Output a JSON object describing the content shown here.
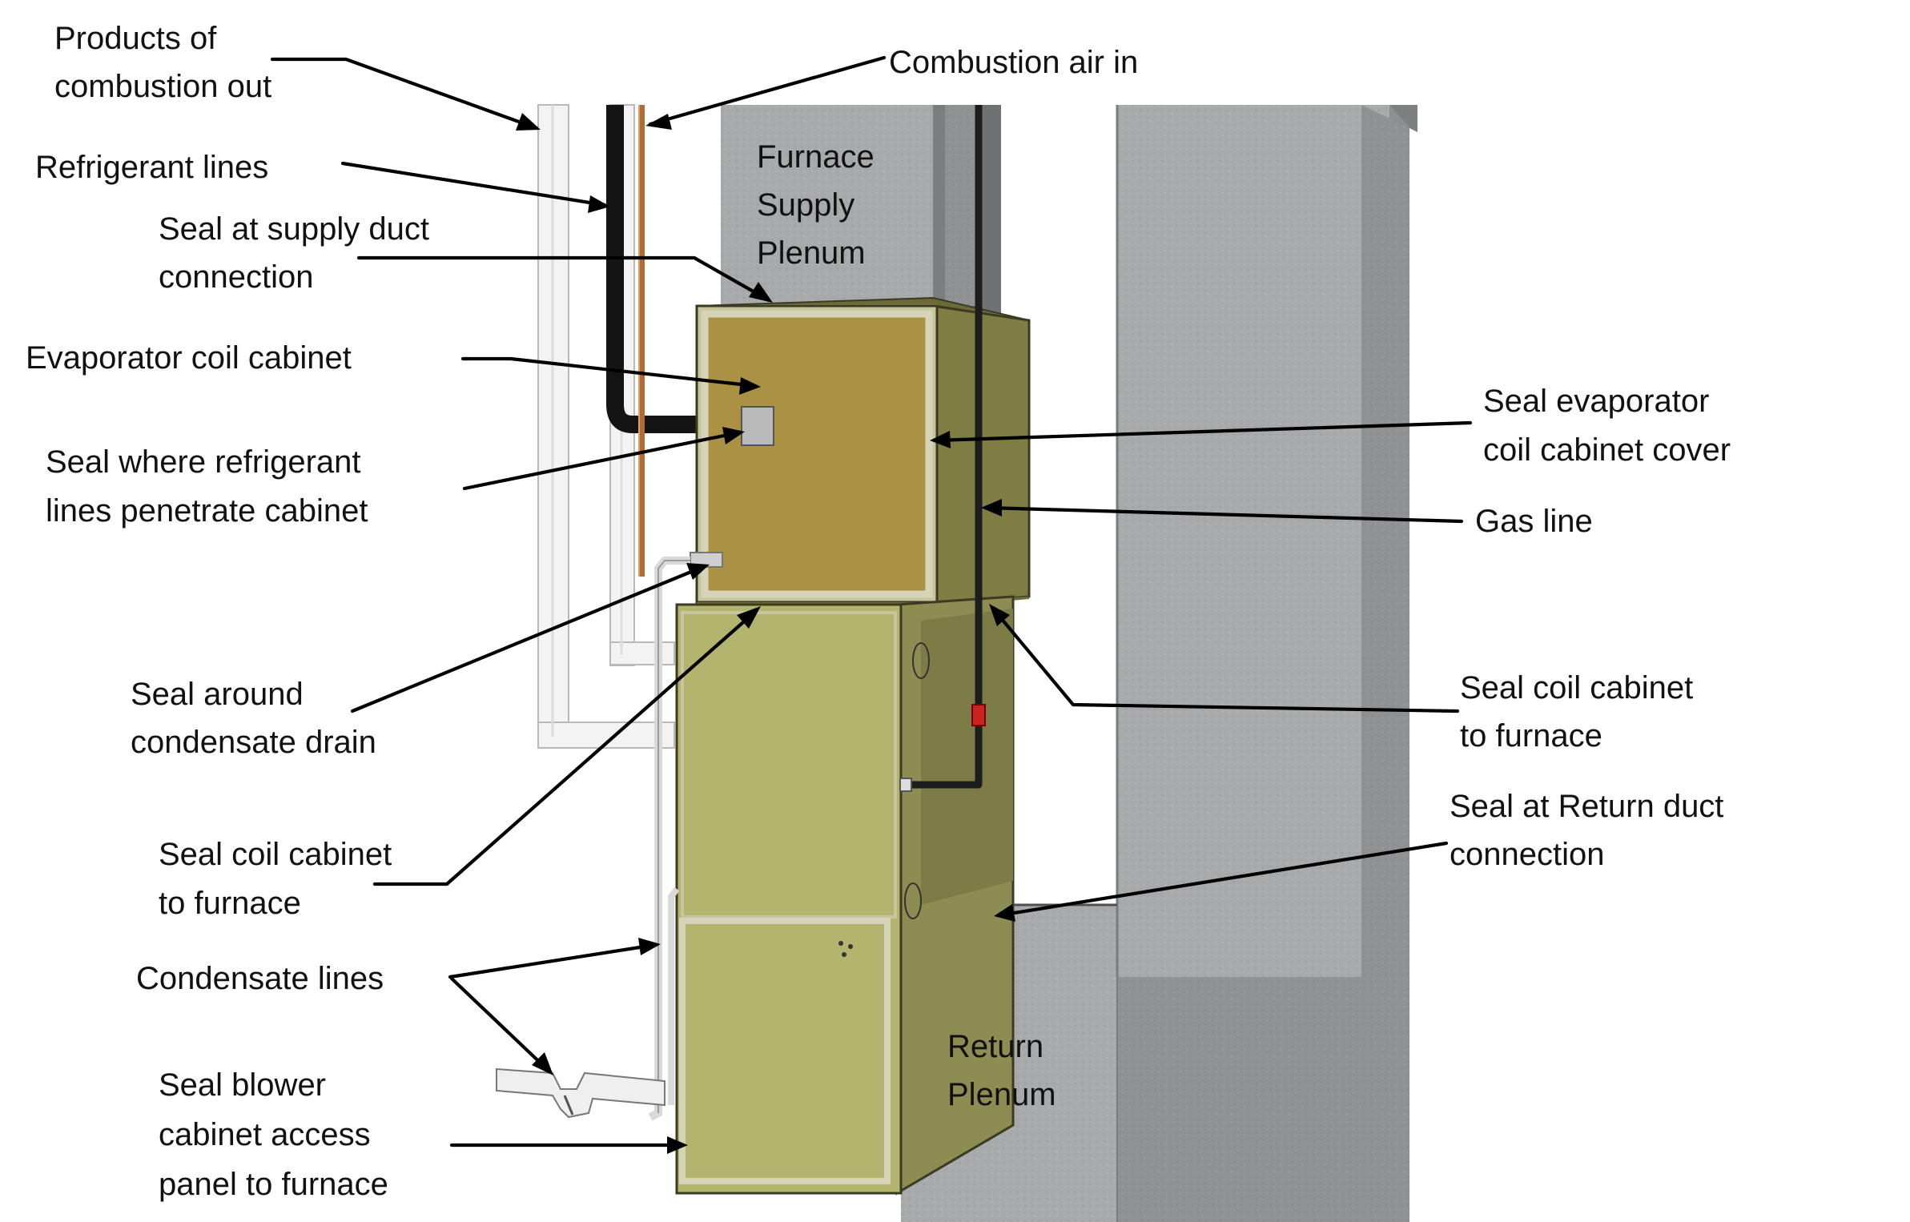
{
  "labels": {
    "products_of_combustion": [
      "Products of",
      "combustion out"
    ],
    "combustion_air": [
      "Combustion air in"
    ],
    "refrigerant_lines": [
      "Refrigerant lines"
    ],
    "seal_supply_duct": [
      "Seal at supply duct",
      "connection"
    ],
    "evaporator_coil_cabinet": [
      "Evaporator coil cabinet"
    ],
    "seal_refrigerant_penetrate": [
      "Seal where refrigerant",
      "lines penetrate cabinet"
    ],
    "seal_condensate_drain": [
      "Seal around",
      "condensate drain"
    ],
    "seal_coil_to_furnace_left": [
      "Seal coil cabinet",
      "to furnace"
    ],
    "condensate_lines": [
      "Condensate lines"
    ],
    "seal_blower_panel": [
      "Seal blower",
      "cabinet  access",
      "panel to furnace"
    ],
    "furnace_supply_plenum": [
      "Furnace",
      "Supply",
      "Plenum"
    ],
    "seal_evap_cover": [
      "Seal evaporator",
      "coil cabinet cover"
    ],
    "gas_line": [
      "Gas line"
    ],
    "seal_coil_to_furnace_right": [
      "Seal coil cabinet",
      "to furnace"
    ],
    "seal_return_duct": [
      "Seal at Return duct",
      "connection"
    ],
    "return_plenum": [
      "Return",
      "Plenum"
    ]
  },
  "colors": {
    "duct_front": "#a7a9ab",
    "duct_side": "#8f9193",
    "duct_dark": "#6d6f71",
    "coil_panel": "#ab9144",
    "coil_side": "#7f7c44",
    "furnace_front": "#b3b46e",
    "furnace_side": "#8d8c52",
    "seal_tape": "#d6d4b8",
    "vent_pipe": "#f2f2f2",
    "refrigerant_pipe": "#141414",
    "copper_line": "#b36a35",
    "gas_valve": "#cc2222"
  }
}
